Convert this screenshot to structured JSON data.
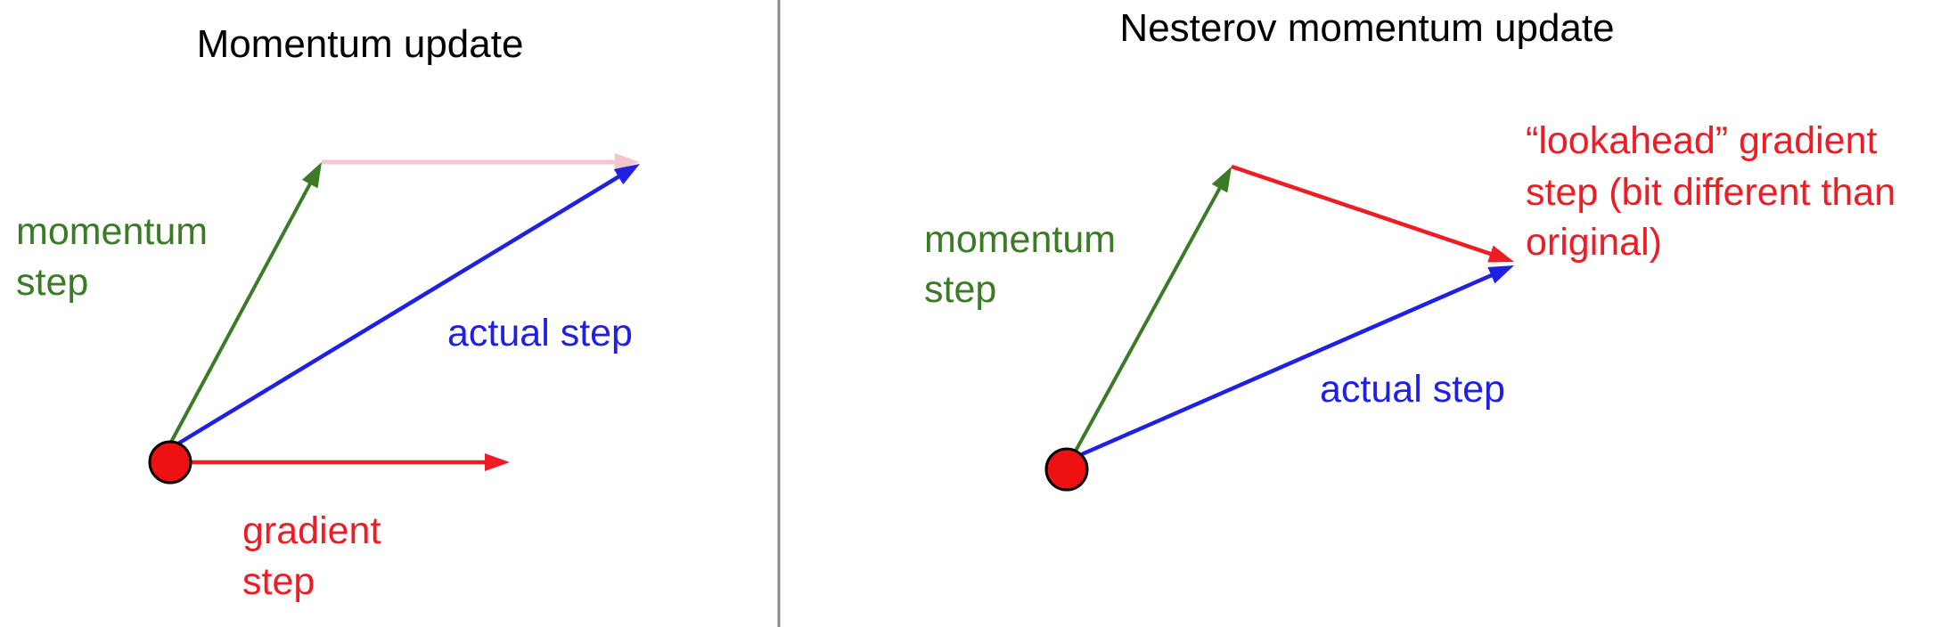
{
  "colors": {
    "background": "#ffffff",
    "divider": "#8a8a8a",
    "momentum": "#3b7a26",
    "actual": "#1f1fe6",
    "gradient": "#ee1c24",
    "ghost": "#f4c6cc",
    "point_fill": "#ee1111",
    "point_stroke": "#000000",
    "text_default": "#000000"
  },
  "left_panel": {
    "title": "Momentum update",
    "labels": {
      "momentum": [
        "momentum",
        "step"
      ],
      "actual": [
        "actual step"
      ],
      "gradient": [
        "gradient",
        "step"
      ]
    }
  },
  "right_panel": {
    "title": "Nesterov momentum update",
    "labels": {
      "momentum": [
        "momentum",
        "step"
      ],
      "actual": [
        "actual step"
      ],
      "lookahead": [
        "“lookahead” gradient",
        "step (bit different than",
        "original)"
      ]
    }
  }
}
